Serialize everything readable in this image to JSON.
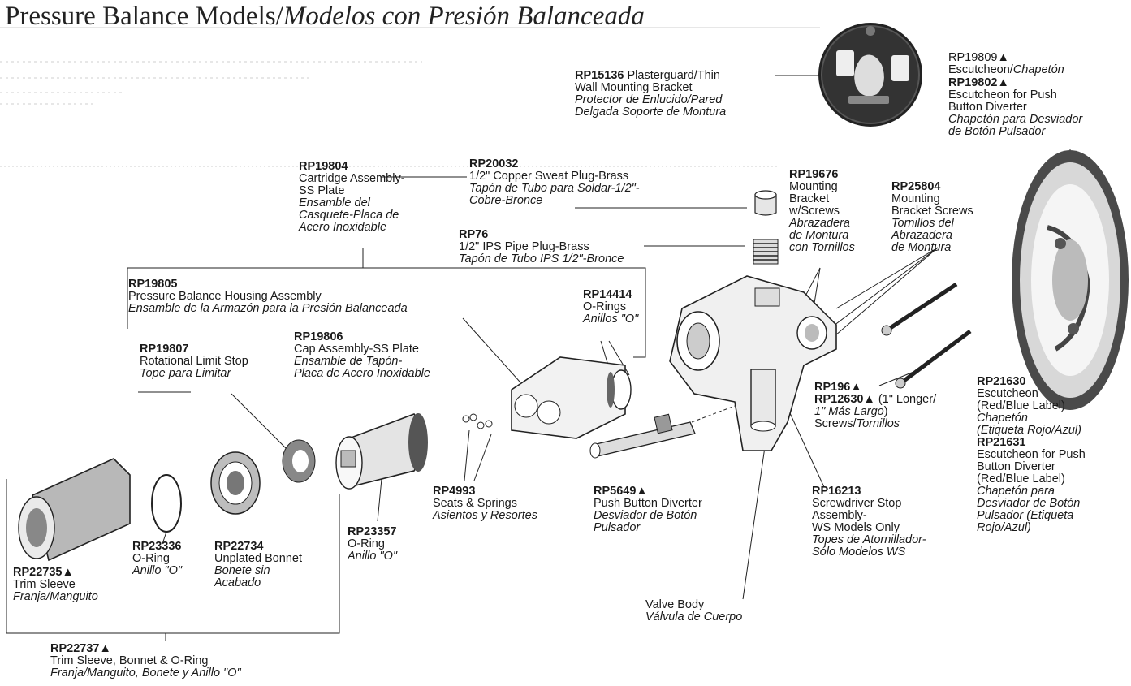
{
  "title": {
    "main": "Pressure Balance Models/",
    "italic": "Modelos con Presión Balanceada"
  },
  "callouts": {
    "rp15136": {
      "code": "RP15136",
      "en1": " Plasterguard/Thin",
      "en2": "Wall Mounting Bracket",
      "es1": "Protector de Enlucido/Pared",
      "es2": "Delgada Soporte de Montura"
    },
    "rp19809": {
      "code": "RP19809▲",
      "es_prefix": "Escutcheon/",
      "es": "Chapetón"
    },
    "rp19802": {
      "code": "RP19802▲",
      "en1": "Escutcheon for Push",
      "en2": "Button Diverter",
      "es1": "Chapetón para Desviador",
      "es2": "de Botón Pulsador"
    },
    "rp19804": {
      "code": "RP19804",
      "en1": "Cartridge Assembly-",
      "en2": "SS Plate",
      "es1": "Ensamble del",
      "es2": "Casquete-Placa de",
      "es3": "Acero Inoxidable"
    },
    "rp20032": {
      "code": "RP20032",
      "en1": "1/2\" Copper Sweat Plug-Brass",
      "es1": "Tapón de Tubo para Soldar-1/2\"-",
      "es2": "Cobre-Bronce"
    },
    "rp76": {
      "code": "RP76",
      "en1": "1/2\" IPS Pipe Plug-Brass",
      "es1": "Tapón de Tubo IPS 1/2\"-Bronce"
    },
    "rp19676": {
      "code": "RP19676",
      "en1": "Mounting",
      "en2": "Bracket",
      "en3": "w/Screws",
      "es1": "Abrazadera",
      "es2": "de Montura",
      "es3": "con Tornillos"
    },
    "rp25804": {
      "code": "RP25804",
      "en1": "Mounting",
      "en2": "Bracket Screws",
      "es1": "Tornillos del",
      "es2": "Abrazadera",
      "es3": "de Montura"
    },
    "rp19805": {
      "code": "RP19805",
      "en1": "Pressure Balance Housing Assembly",
      "es1": "Ensamble de la Armazón para la Presión Balanceada"
    },
    "rp14414": {
      "code": "RP14414",
      "en1": "O-Rings",
      "es1": "Anillos \"O\""
    },
    "rp19807": {
      "code": "RP19807",
      "en1": "Rotational Limit Stop",
      "es1": "Tope para Limitar"
    },
    "rp19806": {
      "code": "RP19806",
      "en1": "Cap Assembly-SS Plate",
      "es1": "Ensamble de Tapón-",
      "es2": "Placa de Acero Inoxidable"
    },
    "rp196": {
      "code": "RP196▲"
    },
    "rp12630": {
      "code": "RP12630▲",
      "en1": " (1\" Longer/",
      "es1": "1\" Más Largo",
      "en2": ")",
      "en3": "Screws/",
      "es2": "Tornillos"
    },
    "rp21630": {
      "code": "RP21630",
      "en1": "Escutcheon",
      "en2": "(Red/Blue Label)",
      "es1": "Chapetón",
      "es2": "(Etiqueta Rojo/Azul)"
    },
    "rp21631": {
      "code": "RP21631",
      "en1": "Escutcheon for Push",
      "en2": "Button Diverter",
      "en3": "(Red/Blue Label)",
      "es1": "Chapetón para",
      "es2": "Desviador de Botón",
      "es3": "Pulsador (Etiqueta",
      "es4": "Rojo/Azul)"
    },
    "rp4993": {
      "code": "RP4993",
      "en1": "Seats & Springs",
      "es1": "Asientos y Resortes"
    },
    "rp5649": {
      "code": "RP5649▲",
      "en1": "Push Button Diverter",
      "es1": "Desviador de Botón",
      "es2": "Pulsador"
    },
    "rp16213": {
      "code": "RP16213",
      "en1": "Screwdriver Stop",
      "en2": "Assembly-",
      "en3": "WS Models Only",
      "es1": "Topes de Atornillador-",
      "es2": "Sólo Modelos WS"
    },
    "rp23357": {
      "code": "RP23357",
      "en1": "O-Ring",
      "es1": "Anillo \"O\""
    },
    "rp23336": {
      "code": "RP23336",
      "en1": "O-Ring",
      "es1": "Anillo \"O\""
    },
    "rp22734": {
      "code": "RP22734",
      "en1": "Unplated Bonnet",
      "es1": "Bonete sin",
      "es2": "Acabado"
    },
    "rp22735": {
      "code": "RP22735▲",
      "en1": "Trim Sleeve",
      "es1": "Franja/Manguito"
    },
    "valvebody": {
      "en1": "Valve Body",
      "es1": "Válvula de Cuerpo"
    },
    "rp22737": {
      "code": "RP22737▲",
      "en1": "Trim Sleeve, Bonnet & O-Ring",
      "es1": "Franja/Manguito, Bonete y Anillo \"O\""
    }
  }
}
